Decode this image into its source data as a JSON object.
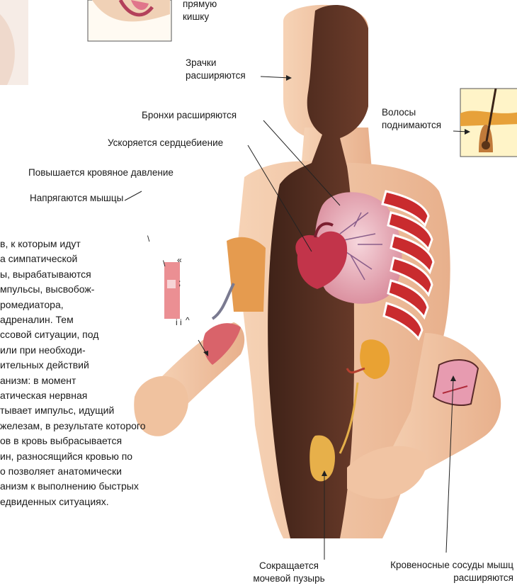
{
  "labels": {
    "rectum": [
      "прямую",
      "кишку"
    ],
    "pupils": [
      "Зрачки",
      "расширяются"
    ],
    "bronchi": "Бронхи расширяются",
    "heartbeat": "Ускоряется сердцебиение",
    "hair": [
      "Волосы",
      "поднимаются"
    ],
    "pressure": "Повышается кровяное давление",
    "muscles": "Напрягаются мышцы",
    "bladder": [
      "Сокращается",
      "мочевой пузырь"
    ],
    "vessels": [
      "Кровеносные сосуды мышц",
      "расширяются"
    ]
  },
  "body_text": [
    "в, к которым идут",
    "а симпатической",
    "ы, вырабатываются",
    "мпульсы, высвобож-",
    "ромедиатора,",
    "адреналин. Тем",
    "ссовой ситуации, под",
    "или при необходи-",
    "ительных действий",
    "анизм: в момент",
    "атическая нервная",
    "тывает импульс, идущий",
    "железам, в результате которого",
    "ов в кровь выбрасывается",
    "ин, разносящийся кровью по",
    "о позволяет анатомически",
    "анизм к выполнению быстрых",
    "едвиденных ситуациях."
  ],
  "fragments": [
    "«",
    ";",
    "i i",
    "^",
    "\\",
    "\\"
  ],
  "colors": {
    "skin": "#f2c7a6",
    "skin_dark": "#d9a07c",
    "torso_dark": "#5a3225",
    "lung": "#e7a9b4",
    "heart": "#c2344a",
    "rib": "#c92b2e",
    "muscle": "#d9636a"
  }
}
